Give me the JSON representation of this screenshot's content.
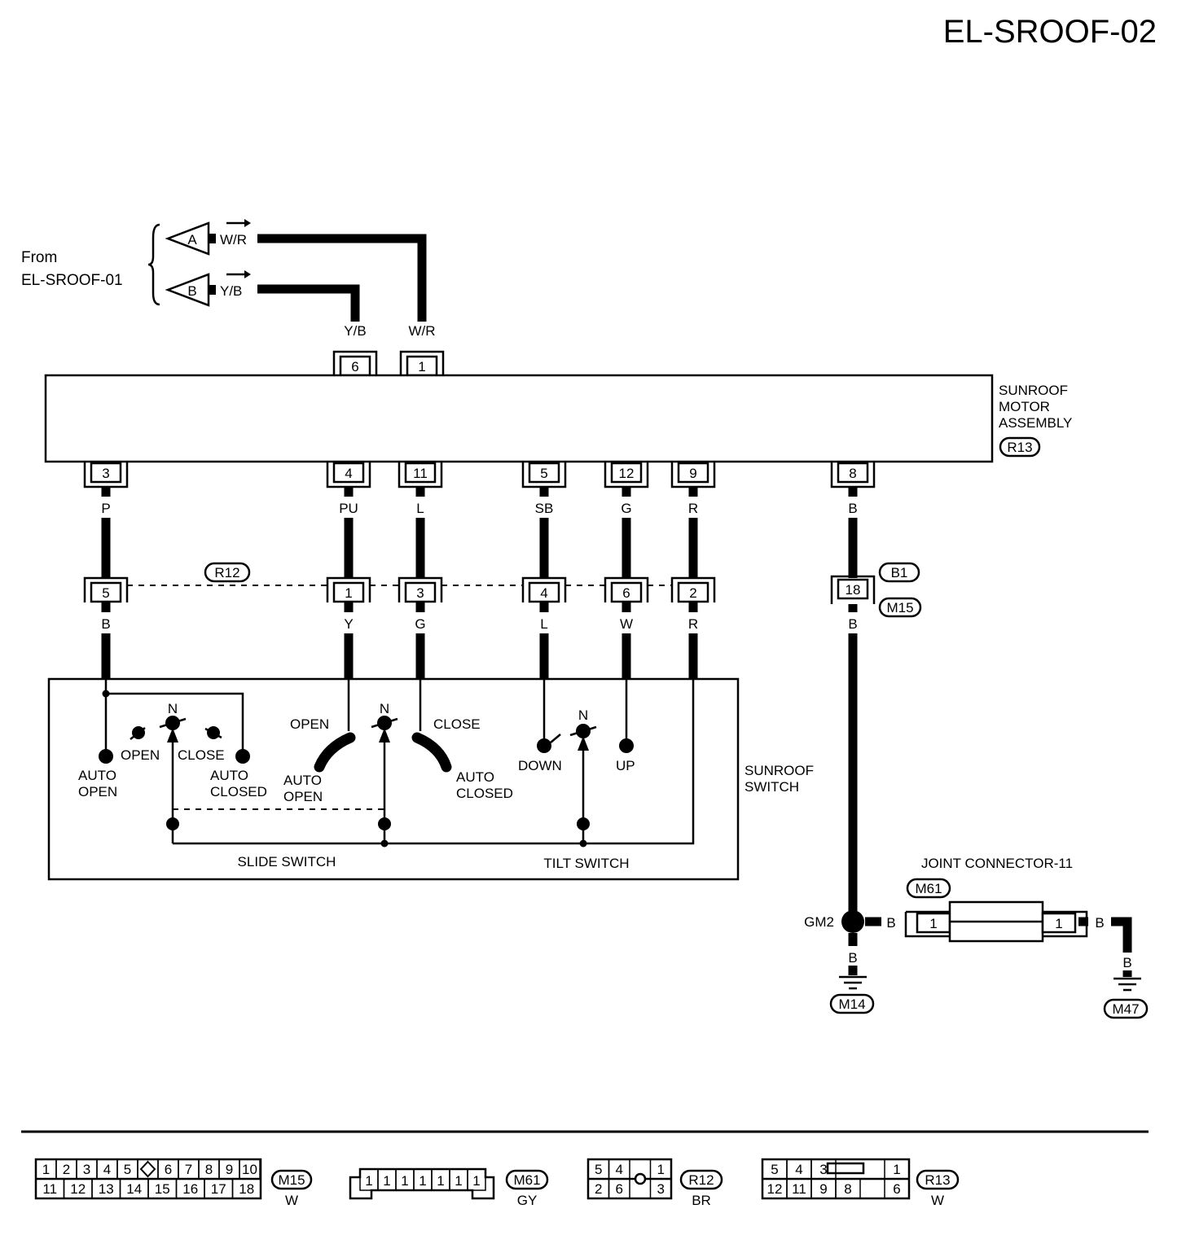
{
  "title": "EL-SROOF-02",
  "from_label": [
    "From",
    "EL-SROOF-01"
  ],
  "from_connectors": [
    {
      "tag": "A",
      "wire": "W/R"
    },
    {
      "tag": "B",
      "wire": "Y/B"
    }
  ],
  "motor": {
    "name": [
      "SUNROOF",
      "MOTOR",
      "ASSEMBLY"
    ],
    "connector": "R13",
    "top_pins": [
      {
        "pin": "6",
        "wire": "Y/B"
      },
      {
        "pin": "1",
        "wire": "W/R"
      }
    ],
    "bottom_pins": [
      {
        "pin": "3",
        "wire": "P"
      },
      {
        "pin": "4",
        "wire": "PU"
      },
      {
        "pin": "11",
        "wire": "L"
      },
      {
        "pin": "5",
        "wire": "SB"
      },
      {
        "pin": "12",
        "wire": "G"
      },
      {
        "pin": "9",
        "wire": "R"
      },
      {
        "pin": "8",
        "wire": "B"
      }
    ]
  },
  "r12": {
    "connector": "R12",
    "pins": [
      {
        "pin": "5",
        "wire": "B"
      },
      {
        "pin": "1",
        "wire": "Y"
      },
      {
        "pin": "3",
        "wire": "G"
      },
      {
        "pin": "4",
        "wire": "L"
      },
      {
        "pin": "6",
        "wire": "W"
      },
      {
        "pin": "2",
        "wire": "R"
      }
    ]
  },
  "b1_m15": {
    "pin": "18",
    "top": "B1",
    "bottom": "M15",
    "wire_top": "B",
    "wire_bottom": "B"
  },
  "switch": {
    "name": [
      "SUNROOF",
      "SWITCH"
    ],
    "slide_label": "SLIDE SWITCH",
    "tilt_label": "TILT SWITCH",
    "n": "N",
    "open": "OPEN",
    "close": "CLOSE",
    "auto_open": [
      "AUTO",
      "OPEN"
    ],
    "auto_closed": [
      "AUTO",
      "CLOSED"
    ],
    "down": "DOWN",
    "up": "UP"
  },
  "ground": {
    "gm2": "GM2",
    "wire": "B",
    "m14": "M14",
    "m47": "M47",
    "joint_title": "JOINT CONNECTOR-11",
    "joint_conn": "M61",
    "joint_pins": [
      "1",
      "1"
    ]
  },
  "connector_views": [
    {
      "id": "M15",
      "color": "W",
      "row1": [
        "1",
        "2",
        "3",
        "4",
        "5",
        "",
        "6",
        "7",
        "8",
        "9",
        "10"
      ],
      "row2": [
        "11",
        "12",
        "13",
        "14",
        "15",
        "16",
        "17",
        "18"
      ]
    },
    {
      "id": "M61",
      "color": "GY",
      "row1": [
        "1",
        "1",
        "1",
        "1",
        "1",
        "1",
        "1"
      ]
    },
    {
      "id": "R12",
      "color": "BR",
      "row1": [
        "5",
        "4",
        "",
        "1"
      ],
      "row2": [
        "2",
        "6",
        "",
        "3"
      ]
    },
    {
      "id": "R13",
      "color": "W",
      "row1": [
        "5",
        "4",
        "3",
        "",
        "",
        "1"
      ],
      "row2": [
        "12",
        "11",
        "9",
        "8",
        "",
        "6"
      ]
    }
  ]
}
